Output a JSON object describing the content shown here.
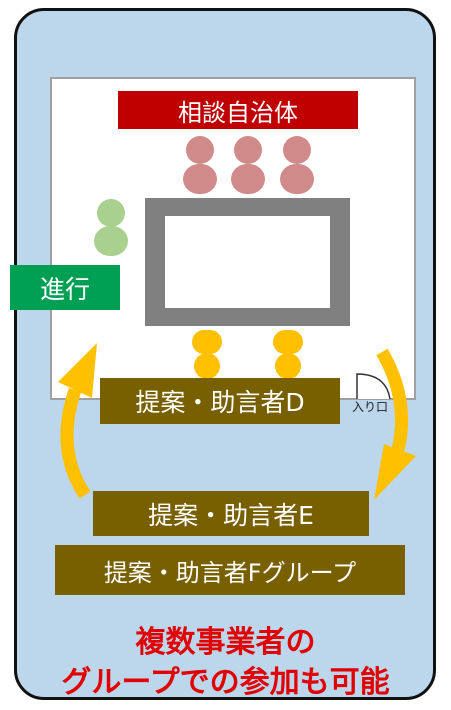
{
  "labels": {
    "local_government": "相談自治体",
    "facilitator": "進行",
    "proposer_d": "提案・助言者D",
    "proposer_e": "提案・助言者E",
    "proposer_f_group": "提案・助言者Fグループ",
    "entrance": "入り口"
  },
  "caption": {
    "line1": "複数事業者の",
    "line2": "グループでの参加も可能"
  },
  "colors": {
    "panel": "#bcd6ec",
    "government": "#c00000",
    "facilitator": "#00a054",
    "proposer": "#786000",
    "government_person": "#d08a8a",
    "facilitator_person": "#a9d08e",
    "proposer_person": "#ffc000",
    "caption": "#e00000"
  }
}
